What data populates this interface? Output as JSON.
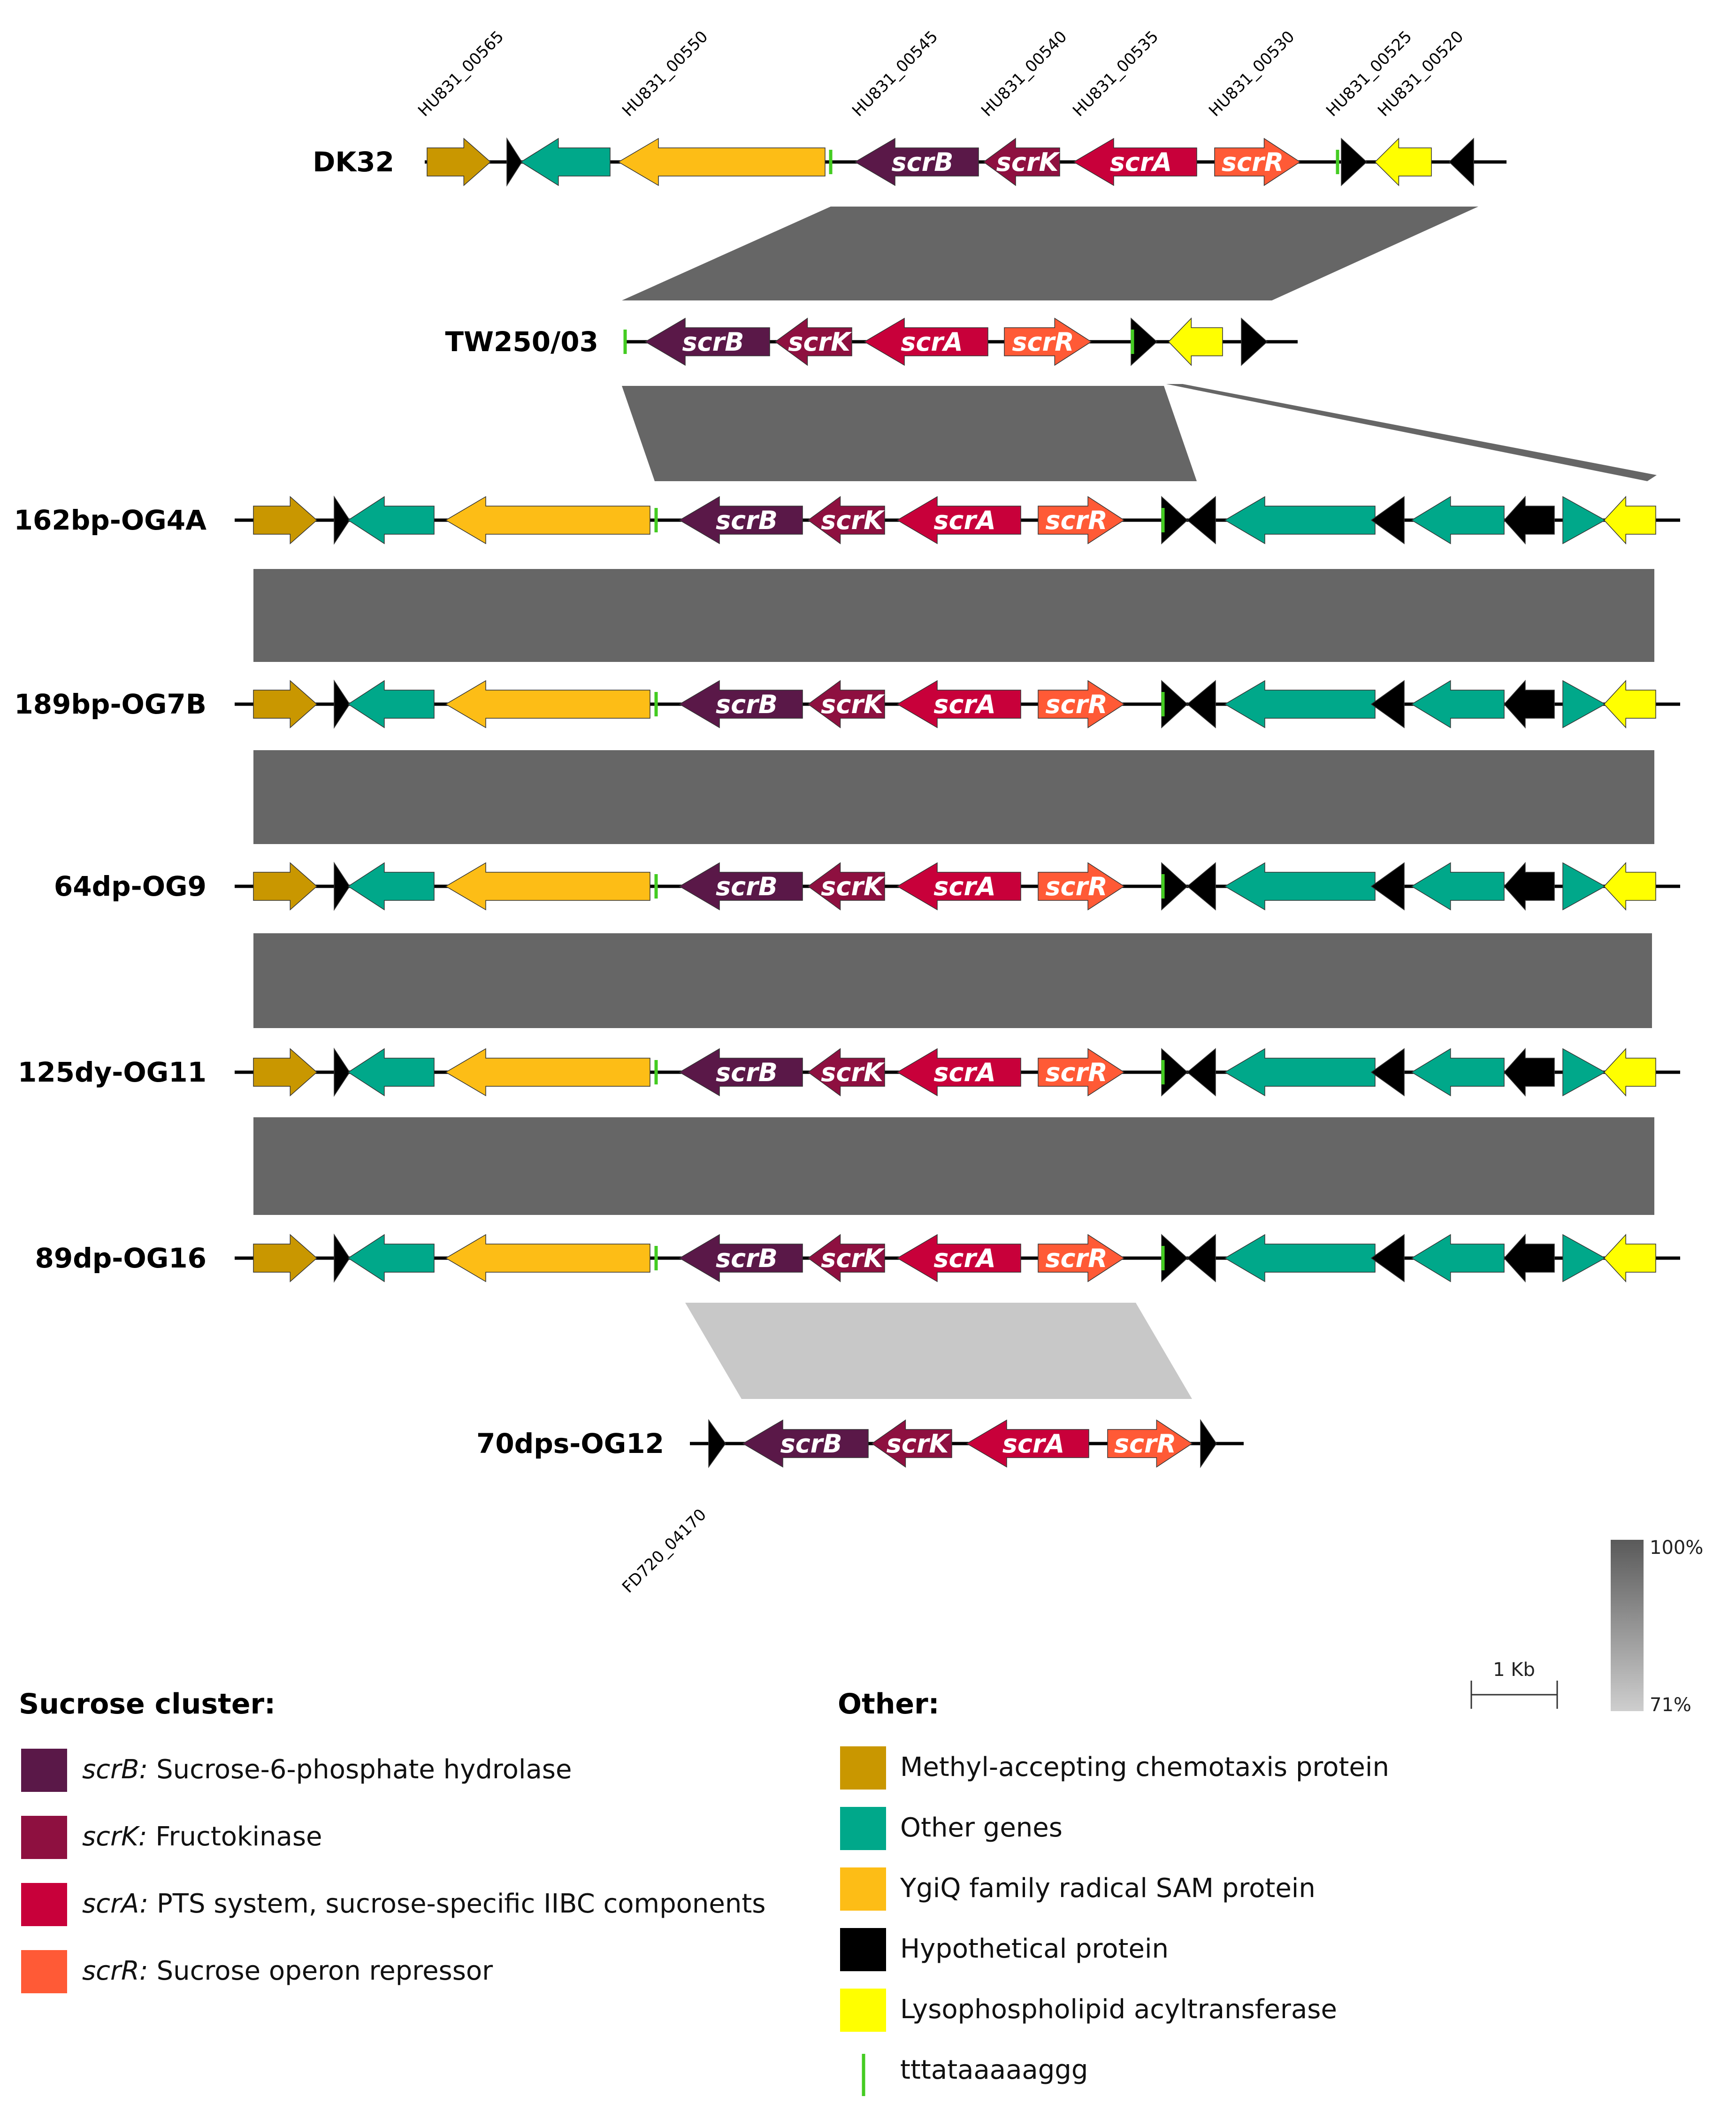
{
  "colors": {
    "scrB": "#5a1848",
    "scrK": "#8e1040",
    "scrA": "#c8003a",
    "scrR": "#ff5a36",
    "mcp": "#c99700",
    "other": "#00a88a",
    "ygiq": "#fdbd16",
    "hyp": "#000000",
    "lyso": "#ffff00",
    "motif": "#44cc22",
    "dark_band": "#666666",
    "light_band": "#c8c8c8"
  },
  "tracks": [
    {
      "id": "dk32",
      "label": "DK32"
    },
    {
      "id": "tw250",
      "label": "TW250/03"
    },
    {
      "id": "og4a",
      "label": "162bp-OG4A"
    },
    {
      "id": "og7b",
      "label": "189bp-OG7B"
    },
    {
      "id": "og9",
      "label": "64dp-OG9"
    },
    {
      "id": "og11",
      "label": "125dy-OG11"
    },
    {
      "id": "og16",
      "label": "89dp-OG16"
    },
    {
      "id": "og12",
      "label": "70dps-OG12"
    }
  ],
  "gene_labels": {
    "scrB": "scrB",
    "scrK": "scrK",
    "scrA": "scrA",
    "scrR": "scrR"
  },
  "locus_tags": [
    "HU831_00565",
    "HU831_00550",
    "HU831_00545",
    "HU831_00540",
    "HU831_00535",
    "HU831_00530",
    "HU831_00525",
    "HU831_00520",
    "FD720_04170"
  ],
  "identity_scale": {
    "max_label": "100%",
    "min_label": "71%"
  },
  "scale_bar": {
    "label": "1 Kb"
  },
  "legend": {
    "sucrose": {
      "heading": "Sucrose cluster:",
      "items": [
        {
          "gene": "scrB:",
          "desc": " Sucrose-6-phosphate hydrolase",
          "color_key": "scrB"
        },
        {
          "gene": "scrK:",
          "desc": " Fructokinase",
          "color_key": "scrK"
        },
        {
          "gene": "scrA:",
          "desc": "  PTS system, sucrose-specific IIBC components",
          "color_key": "scrA"
        },
        {
          "gene": "scrR:",
          "desc": " Sucrose operon repressor",
          "color_key": "scrR"
        }
      ]
    },
    "other": {
      "heading": "Other:",
      "items": [
        {
          "label": "Methyl-accepting chemotaxis protein",
          "color_key": "mcp"
        },
        {
          "label": "Other genes",
          "color_key": "other"
        },
        {
          "label": "YgiQ family radical SAM protein",
          "color_key": "ygiq"
        },
        {
          "label": "Hypothetical protein",
          "color_key": "hyp"
        },
        {
          "label": "Lysophospholipid acyltransferase",
          "color_key": "lyso"
        },
        {
          "label": "tttataaaaaggg",
          "color_key": "motif"
        }
      ]
    }
  }
}
